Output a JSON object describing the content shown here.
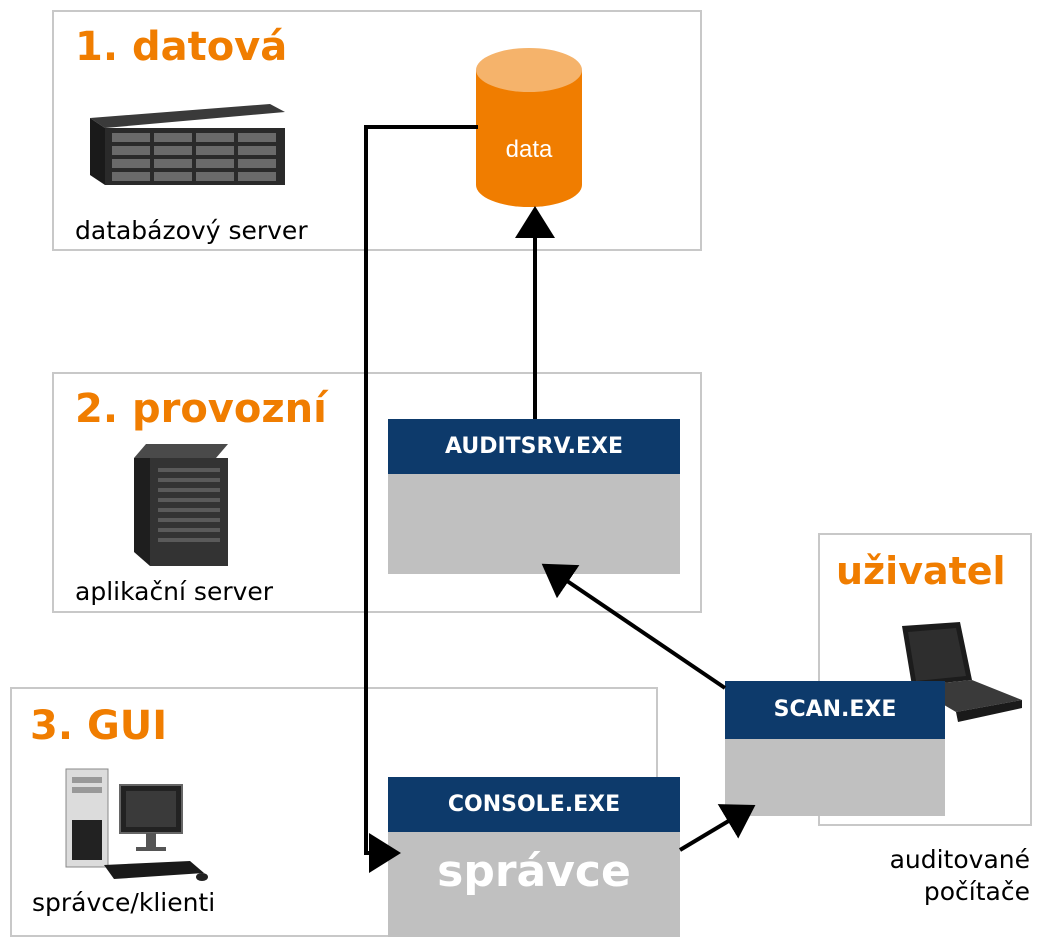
{
  "layers": {
    "datova": {
      "title": "1. datová",
      "caption": "databázový server"
    },
    "provozni": {
      "title": "2. provozní",
      "caption": "aplikační server"
    },
    "gui": {
      "title": "3. GUI",
      "caption": "správce/klienti"
    },
    "uzivatel": {
      "title": "uživatel",
      "caption_line1": "auditované",
      "caption_line2": "počítače"
    }
  },
  "database": {
    "label": "data"
  },
  "components": {
    "auditsrv": {
      "label": "AUDITSRV.EXE"
    },
    "console": {
      "label": "CONSOLE.EXE",
      "sublabel": "správce"
    },
    "scan": {
      "label": "SCAN.EXE"
    }
  },
  "colors": {
    "accent": "#f07d00",
    "header_blue": "#0d3a6b",
    "box_gray": "#c0c0c0",
    "border_gray": "#c8c8c8"
  }
}
